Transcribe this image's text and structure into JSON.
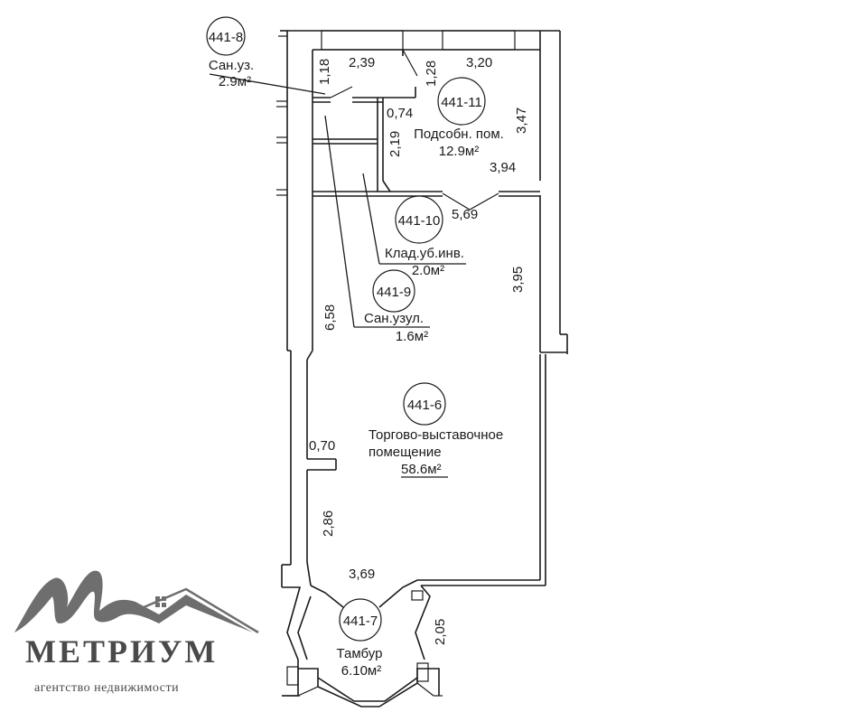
{
  "rooms": {
    "r8": {
      "code": "441-8",
      "name": "Сан.уз.",
      "area": "2.9м²"
    },
    "r9": {
      "code": "441-9",
      "name": "Сан.узул.",
      "area": "1.6м²"
    },
    "r10": {
      "code": "441-10",
      "name": "Клад.уб.инв.",
      "area": "2.0м²"
    },
    "r11": {
      "code": "441-11",
      "name": "Подсобн. пом.",
      "area": "12.9м²"
    },
    "r6": {
      "code": "441-6",
      "name1": "Торгово-выставочное",
      "name2": "помещение",
      "area": "58.6м²"
    },
    "r7": {
      "code": "441-7",
      "name": "Тамбур",
      "area": "6.10м²"
    }
  },
  "dimensions": {
    "d239": "2,39",
    "d118": "1,18",
    "d128": "1,28",
    "d320": "3,20",
    "d074": "0,74",
    "d219": "2,19",
    "d347": "3,47",
    "d394": "3,94",
    "d569": "5,69",
    "d395": "3,95",
    "d658": "6,58",
    "d070": "0,70",
    "d286": "2,86",
    "d369": "3,69",
    "d205": "2,05"
  },
  "logo": {
    "name": "МЕТРИУМ",
    "tagline": "агентство недвижимости",
    "color": "#4a4a4a"
  }
}
